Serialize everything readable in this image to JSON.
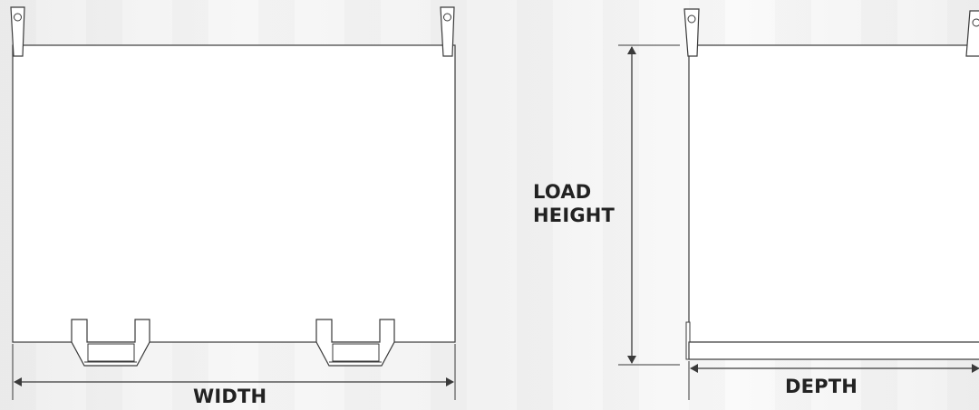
{
  "diagram": {
    "labels": {
      "width": "WIDTH",
      "depth": "DEPTH",
      "load_height_line1": "LOAD",
      "load_height_line2": "HEIGHT"
    },
    "colors": {
      "outline": "#3a3a3a",
      "panel_fill": "#ffffff",
      "background": "#f3f3f3"
    }
  }
}
